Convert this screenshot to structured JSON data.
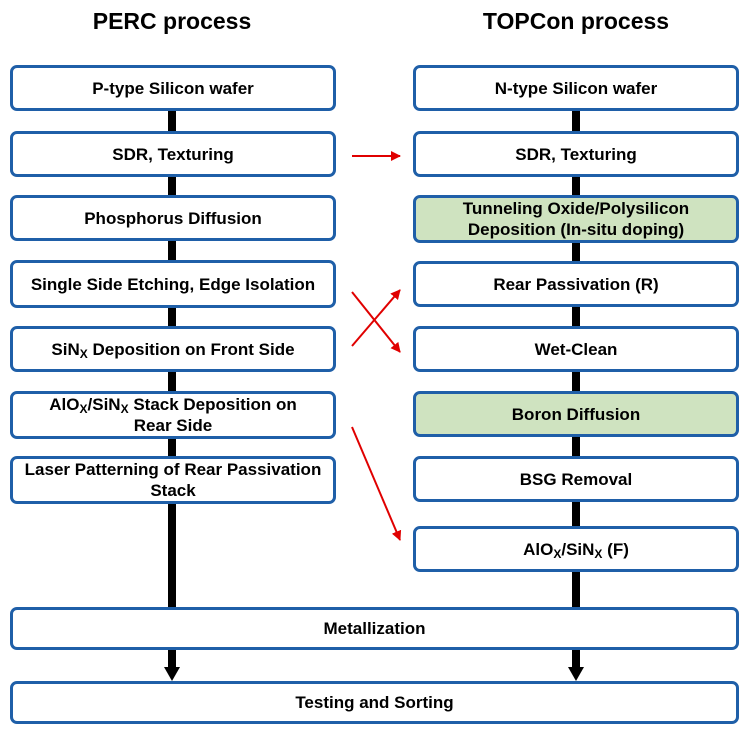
{
  "titles": {
    "perc": "PERC process",
    "topcon": "TOPCon process"
  },
  "perc_steps": [
    "P-type Silicon wafer",
    "SDR, Texturing",
    "Phosphorus Diffusion",
    "Single Side Etching, Edge Isolation",
    {
      "pre": "SiN",
      "sub": "X",
      "post": " Deposition on Front Side"
    },
    {
      "l1_a": "AlO",
      "l1_s1": "X",
      "l1_b": "/SiN",
      "l1_s2": "X",
      "l1_c": " Stack Deposition on",
      "l2": "Rear Side"
    },
    "Laser Patterning of Rear Passivation Stack"
  ],
  "topcon_steps": [
    "N-type Silicon wafer",
    "SDR, Texturing",
    "Tunneling Oxide/Polysilicon Deposition (In-situ doping)",
    "Rear Passivation (R)",
    "Wet-Clean",
    "Boron Diffusion",
    "BSG Removal",
    {
      "a": "AlO",
      "s1": "X",
      "b": "/SiN",
      "s2": "X",
      "c": " (F)"
    }
  ],
  "shared_steps": {
    "metallization": "Metallization",
    "testing": "Testing and Sorting"
  },
  "colors": {
    "box_border": "#1f5fa8",
    "highlight_fill": "#cfe3c0",
    "arrow_red": "#e00000",
    "flow_line": "#000000"
  }
}
